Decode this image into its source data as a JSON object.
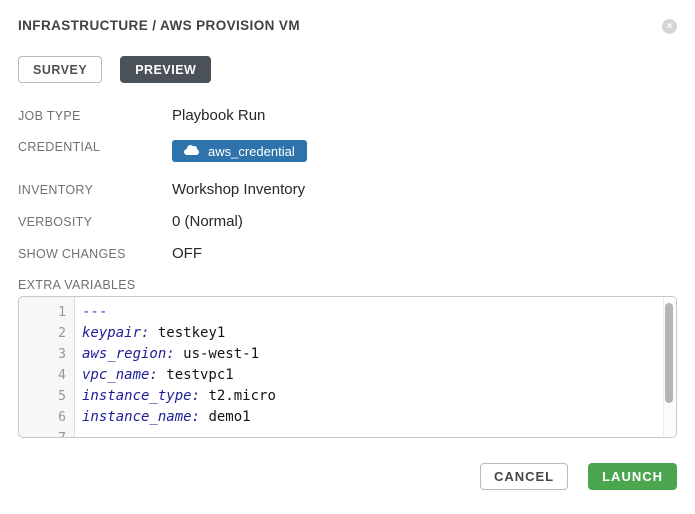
{
  "header": {
    "title": "INFRASTRUCTURE / AWS PROVISION VM"
  },
  "tabs": [
    {
      "label": "SURVEY",
      "active": false
    },
    {
      "label": "PREVIEW",
      "active": true
    }
  ],
  "details": [
    {
      "label": "JOB TYPE",
      "type": "text",
      "value": "Playbook Run"
    },
    {
      "label": "CREDENTIAL",
      "type": "badge",
      "value": "aws_credential",
      "icon": "cloud-icon"
    },
    {
      "label": "INVENTORY",
      "type": "text",
      "value": "Workshop Inventory"
    },
    {
      "label": "VERBOSITY",
      "type": "text",
      "value": "0 (Normal)"
    },
    {
      "label": "SHOW CHANGES",
      "type": "text",
      "value": "OFF"
    }
  ],
  "extra_variables": {
    "label": "EXTRA VARIABLES",
    "lines": [
      {
        "number": "1",
        "tokens": [
          {
            "type": "dash",
            "text": "---"
          }
        ]
      },
      {
        "number": "2",
        "tokens": [
          {
            "type": "key",
            "text": "keypair:"
          },
          {
            "type": "plain",
            "text": " testkey1"
          }
        ]
      },
      {
        "number": "3",
        "tokens": [
          {
            "type": "key",
            "text": "aws_region:"
          },
          {
            "type": "plain",
            "text": " us-west-1"
          }
        ]
      },
      {
        "number": "4",
        "tokens": [
          {
            "type": "key",
            "text": "vpc_name:"
          },
          {
            "type": "plain",
            "text": " testvpc1"
          }
        ]
      },
      {
        "number": "5",
        "tokens": [
          {
            "type": "key",
            "text": "instance_type:"
          },
          {
            "type": "plain",
            "text": " t2.micro"
          }
        ]
      },
      {
        "number": "6",
        "tokens": [
          {
            "type": "key",
            "text": "instance_name:"
          },
          {
            "type": "plain",
            "text": " demo1"
          }
        ]
      },
      {
        "number": "7",
        "tokens": []
      }
    ]
  },
  "footer": {
    "cancel_label": "CANCEL",
    "launch_label": "LAUNCH"
  },
  "icons": {
    "close": "circle-x",
    "credential": "cloud"
  },
  "colors": {
    "credential_badge": "#2e73ab",
    "launch_button": "#4ca64f",
    "active_tab": "#4b5158",
    "code_key": "#1e1e96",
    "code_doc_separator": "#3b3bd6",
    "close_icon": "#d6d6d6"
  }
}
